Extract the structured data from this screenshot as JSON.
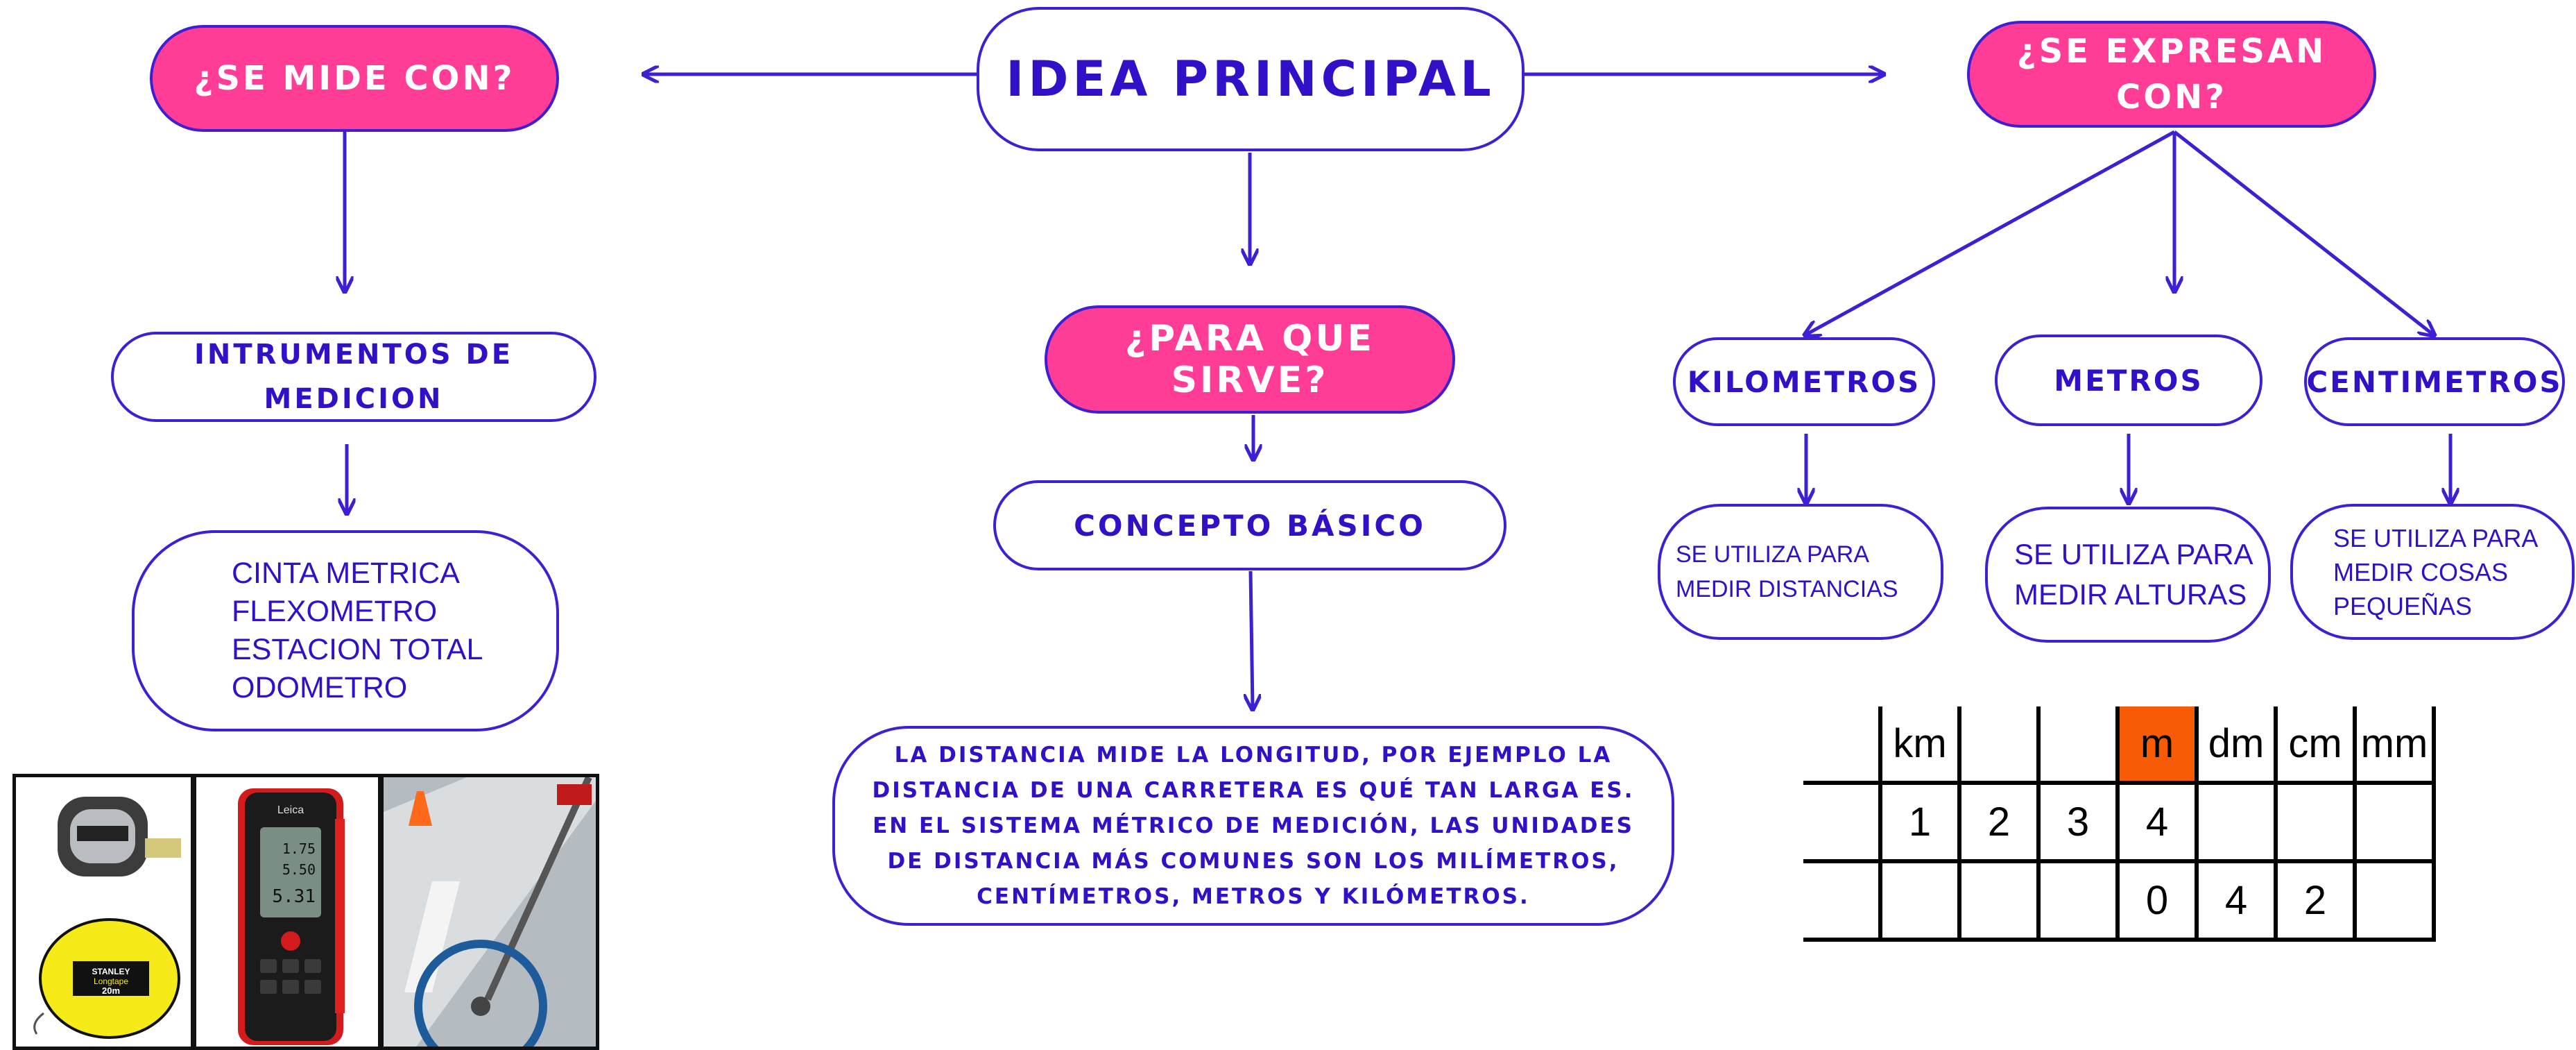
{
  "center": {
    "main_idea": "IDEA PRINCIPAL",
    "purpose_question": "¿PARA QUE SIRVE?",
    "concept": "CONCEPTO BÁSICO",
    "definition": "LA DISTANCIA MIDE LA LONGITUD, POR EJEMPLO LA DISTANCIA DE UNA CARRETERA ES QUÉ TAN LARGA ES. EN EL SISTEMA MÉTRICO DE MEDICIÓN, LAS UNIDADES DE DISTANCIA MÁS COMUNES SON LOS MILÍMETROS, CENTÍMETROS, METROS Y KILÓMETROS."
  },
  "left": {
    "question": "¿SE MIDE CON?",
    "instruments_title": "INTRUMENTOS DE MEDICION",
    "instruments": [
      "CINTA METRICA",
      "FLEXOMETRO",
      "ESTACION TOTAL",
      "ODOMETRO"
    ],
    "photos": [
      {
        "name": "measuring-tapes-photo",
        "depicts": "tape measures"
      },
      {
        "name": "laser-meter-photo",
        "depicts": "laser distance meter"
      },
      {
        "name": "measuring-wheel-photo",
        "depicts": "odometer wheel"
      }
    ],
    "photo_text": {
      "tape_brand": "STANLEY",
      "tape_model": "Longtape",
      "tape_size": "20m",
      "meter_brand": "Leica",
      "meter_readings": [
        "1.75",
        "5.50",
        "5.31"
      ]
    }
  },
  "right": {
    "question": "¿SE EXPRESAN CON?",
    "units": [
      {
        "name": "KILOMETROS",
        "use": "SE UTILIZA PARA MEDIR DISTANCIAS"
      },
      {
        "name": "METROS",
        "use": "SE UTILIZA PARA MEDIR ALTURAS"
      },
      {
        "name": "CENTIMETROS",
        "use": "SE UTILIZA PARA MEDIR COSAS PEQUEÑAS"
      }
    ]
  },
  "unit_table": {
    "rows": [
      [
        "",
        "km",
        "",
        "",
        "m",
        "dm",
        "cm",
        "mm"
      ],
      [
        "",
        "1",
        "2",
        "3",
        "4",
        "",
        "",
        ""
      ],
      [
        "",
        "",
        "",
        "",
        "0",
        "4",
        "2",
        ""
      ]
    ],
    "highlight_column": 4,
    "highlight_color": "#f75b05"
  },
  "colors": {
    "accent": "#3f1fd4",
    "text": "#3210c8",
    "pink": "#ff3d96"
  }
}
